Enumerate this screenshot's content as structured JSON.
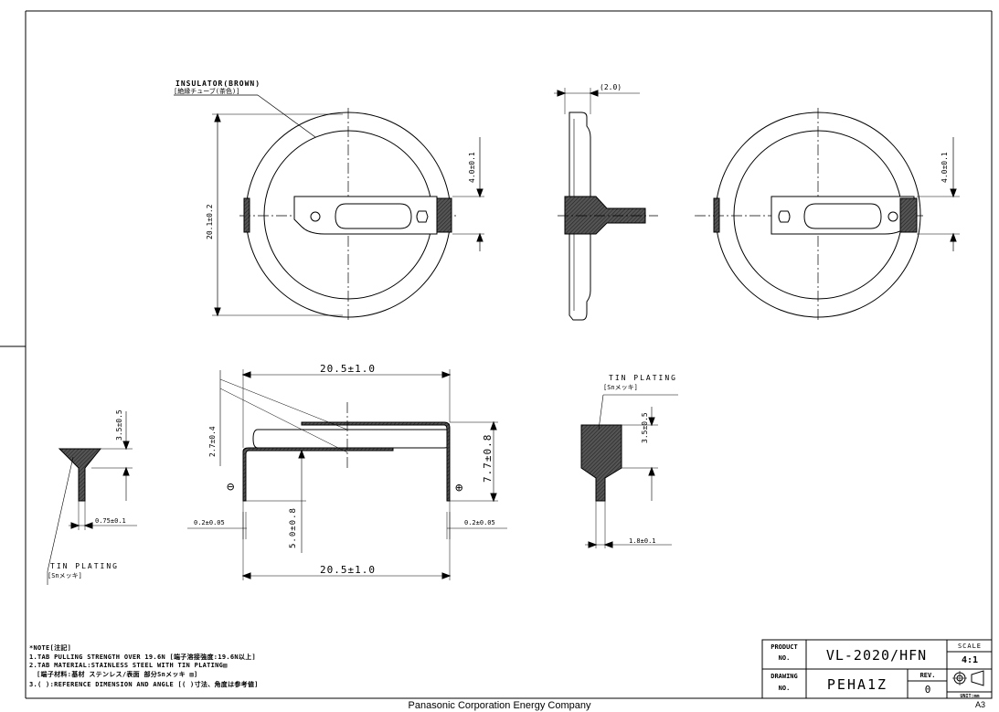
{
  "drawing": {
    "insulator_label": "INSULATOR(BROWN)",
    "insulator_label_jp": "[絶縁チューブ(茶色)]",
    "dim_thickness": "(2.0)",
    "dim_diameter": "20.1±0.2",
    "dim_tab_offset_left": "4.0±0.1",
    "dim_tab_offset_right": "4.0±0.1",
    "dim_width_top": "20.5±1.0",
    "dim_width_bottom": "20.5±1.0",
    "dim_height": "7.7±0.8",
    "dim_tab_rise": "2.7±0.4",
    "dim_leg": "5.0±0.8",
    "dim_tab_thick_left": "0.2±0.05",
    "dim_tab_thick_right": "0.2±0.05",
    "dim_left_detail_height": "3.5±0.5",
    "dim_left_detail_width": "0.75±0.1",
    "dim_right_detail_height": "3.5±0.5",
    "dim_right_detail_width": "1.8±0.1",
    "tin_plating_label": "TIN PLATING",
    "tin_plating_label_jp": "[Snメッキ]",
    "minus_symbol": "⊖",
    "plus_symbol": "⊕"
  },
  "notes": [
    "*NOTE[注記]",
    "1.TAB PULLING STRENGTH OVER 19.6N [端子溶接強度:19.6N以上]",
    "2.TAB MATERIAL:STAINLESS STEEL WITH TIN PLATING▨",
    "[端子材料:基材 ステンレス/表面 部分Snメッキ ▨]",
    "3.( ):REFERENCE DIMENSION AND ANGLE [( )寸法、角度は参考値]"
  ],
  "title_block": {
    "product_no_label_1": "PRODUCT",
    "product_no_label_2": "NO.",
    "product_no": "VL-2020/HFN",
    "drawing_no_label_1": "DRAWING",
    "drawing_no_label_2": "NO.",
    "drawing_no": "PEHA1Z",
    "rev_label": "REV.",
    "rev": "0",
    "scale_label": "SCALE",
    "scale": "4:1",
    "unit": "UNIT:mm",
    "sheet_size": "A3"
  },
  "footer": "Panasonic Corporation   Energy Company"
}
